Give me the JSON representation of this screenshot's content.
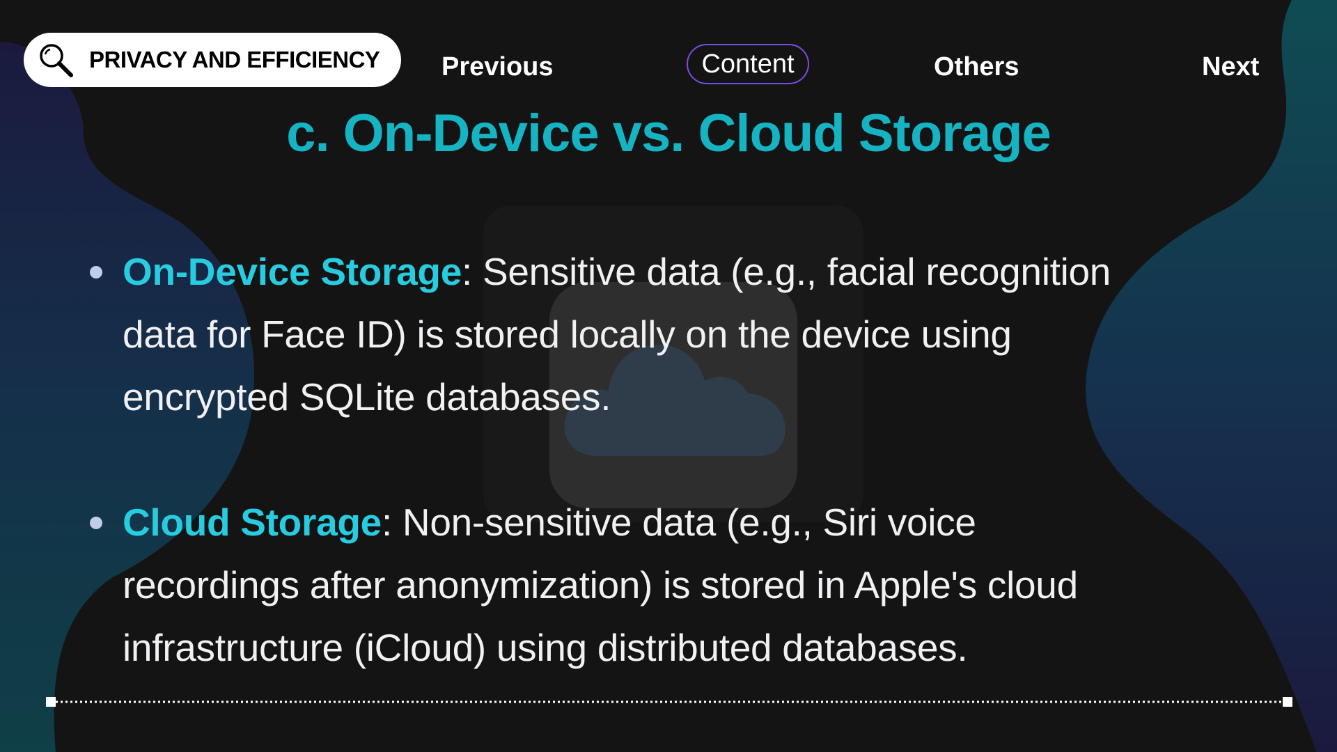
{
  "colors": {
    "background": "#141414",
    "title": "#16b3c2",
    "term": "#27cce0",
    "text": "#f1f1f3",
    "pill": "#ffffff",
    "active_border": "#7a4de8"
  },
  "header": {
    "section_label": "PRIVACY AND EFFICIENCY",
    "section_icon": "magnifier-icon"
  },
  "nav": {
    "previous": "Previous",
    "content": "Content",
    "others": "Others",
    "next": "Next",
    "active": "Content"
  },
  "title": "c. On-Device vs. Cloud Storage",
  "background_icon": "cloud-icon",
  "bullets": [
    {
      "term": "On-Device Storage",
      "separator": ":",
      "text_a": " Sensitive data (e.g., facial recognition",
      "text_b": " data for Face ID) is stored locally on the device using",
      "text_c": " encrypted SQLite databases."
    },
    {
      "term": "Cloud Storage",
      "separator": ":",
      "text_a": " Non-sensitive data (e.g., Siri voice",
      "text_b": " recordings after anonymization) is stored in Apple's cloud",
      "text_c": " infrastructure (iCloud) using distributed databases."
    }
  ]
}
